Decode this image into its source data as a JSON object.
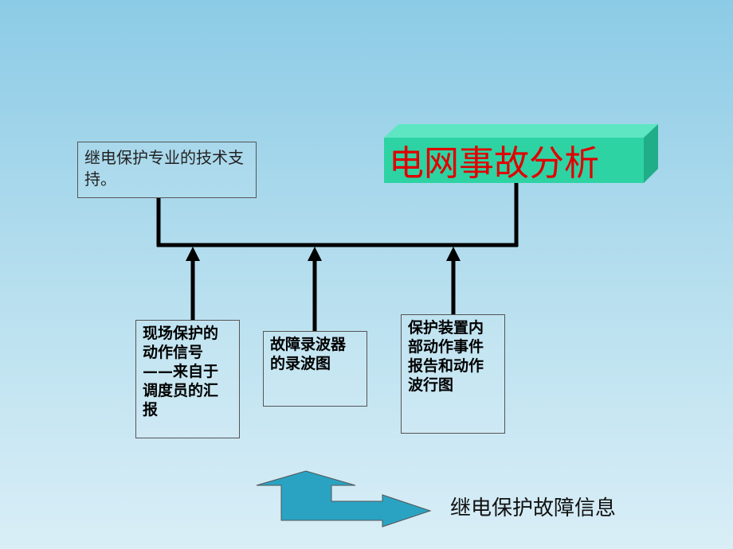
{
  "title_box": {
    "text": "电网事故分析",
    "face_color": "#2ed3a3",
    "text_color": "#e00000"
  },
  "support_box": {
    "text": "继电保护专业的技术支持。"
  },
  "sources": [
    {
      "text": "现场保护的动作信号——来自于调度员的汇报"
    },
    {
      "text": "故障录波器的录波图"
    },
    {
      "text": "保护装置内部动作事件报告和动作波行图"
    }
  ],
  "legend": {
    "label": "继电保护故障信息",
    "arrow_color": "#2aa3c3"
  }
}
